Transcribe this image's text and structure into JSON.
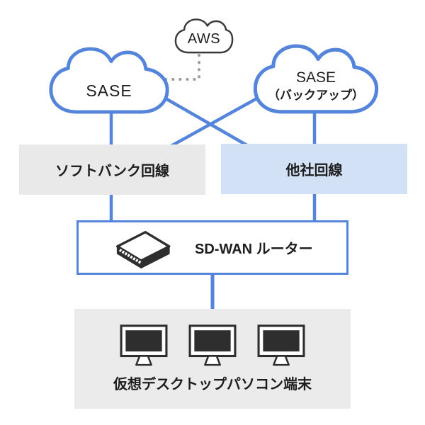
{
  "diagram": {
    "title": "SD-WAN / SASE network configuration diagram",
    "colors": {
      "line_blue": "#5585DB",
      "box_gray": "#E9E9E9",
      "box_light_blue": "#D3E1F6",
      "terminals_gray": "#EBEBEB",
      "icon_dark": "#2E2E2E",
      "aws_cloud_outline": "#3A3A3A",
      "dotted_gray": "#9A9A9A",
      "background": "#FFFFFF"
    },
    "nodes": {
      "aws": {
        "label": "AWS"
      },
      "sase": {
        "label": "SASE"
      },
      "sase_backup": {
        "line1": "SASE",
        "line2": "（バックアップ）"
      },
      "softbank": {
        "label": "ソフトバンク回線"
      },
      "other": {
        "label": "他社回線"
      },
      "sdwan": {
        "label": "SD-WAN ルーター",
        "icon": "network-switch-icon"
      },
      "terminals": {
        "label": "仮想デスクトップパソコン端末",
        "icon": "monitor-icon",
        "monitor_count": 3
      }
    },
    "connections": [
      {
        "from": "AWS",
        "to": "SASE",
        "style": "dotted"
      },
      {
        "from": "SASE",
        "to": "ソフトバンク回線",
        "style": "solid"
      },
      {
        "from": "SASE",
        "to": "他社回線",
        "style": "solid"
      },
      {
        "from": "SASE（バックアップ）",
        "to": "ソフトバンク回線",
        "style": "solid"
      },
      {
        "from": "SASE（バックアップ）",
        "to": "他社回線",
        "style": "solid"
      },
      {
        "from": "ソフトバンク回線",
        "to": "SD-WAN ルーター",
        "style": "solid"
      },
      {
        "from": "他社回線",
        "to": "SD-WAN ルーター",
        "style": "solid"
      },
      {
        "from": "SD-WAN ルーター",
        "to": "仮想デスクトップパソコン端末",
        "style": "solid"
      }
    ]
  }
}
